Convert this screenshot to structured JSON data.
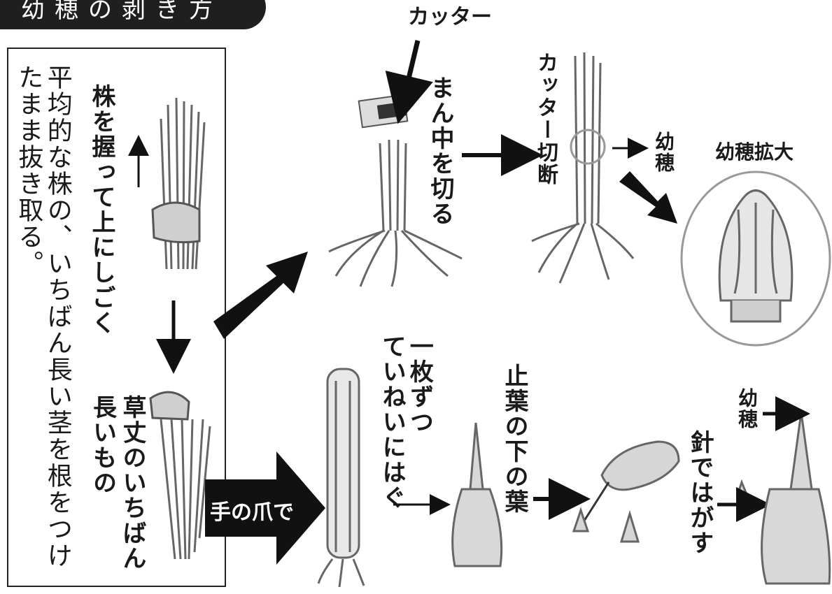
{
  "title": "幼穂の剥き方",
  "instruction": [
    "平均的な株の、いちばん長い茎を根をつけ",
    "たまま抜き取る。"
  ],
  "step_grip": "株を握って上にしごく",
  "step_tallest": [
    "草丈のいちばん",
    "長いもの"
  ],
  "cutter": "カッター",
  "cut_middle": "まん中を切る",
  "cutter_cut": "カッター切断",
  "young_panicle_top": "幼穂",
  "enlarged": "幼穂拡大",
  "by_nail": "手の爪で",
  "peel_one": [
    "一枚ずつ",
    "ていねいにはぐ"
  ],
  "flag_leaf": "止葉の下の葉",
  "needle": "針ではがす",
  "young_panicle_bottom": "幼穂"
}
